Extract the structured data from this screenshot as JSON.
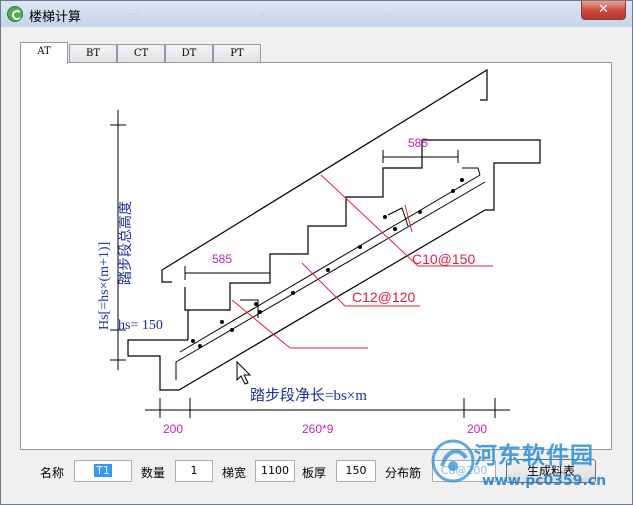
{
  "window": {
    "title": "楼梯计算",
    "close_label": "✕",
    "ghost_tabs": [
      "...",
      "...",
      "..."
    ]
  },
  "tabs": [
    {
      "label": "AT",
      "active": true
    },
    {
      "label": "BT",
      "active": false
    },
    {
      "label": "CT",
      "active": false
    },
    {
      "label": "DT",
      "active": false
    },
    {
      "label": "PT",
      "active": false
    }
  ],
  "diagram": {
    "dim_top": "585",
    "dim_mid": "585",
    "rebar_1": "C10@150",
    "rebar_2": "C12@120",
    "hs_label": "hs= 150",
    "height_formula": "Hs[=hs×(m+1)]",
    "height_title": "踏步段总高度",
    "length_label": "踏步段净长=bs×m",
    "dim_left": "200",
    "dim_center": "260*9",
    "dim_right": "200"
  },
  "form": {
    "name_label": "名称",
    "name_value": "T1",
    "qty_label": "数量",
    "qty_value": "1",
    "width_label": "梯宽",
    "width_value": "1100",
    "thick_label": "板厚",
    "thick_value": "150",
    "dist_label": "分布筋",
    "dist_value": "C8@200",
    "generate_label": "生成料表"
  },
  "watermark": {
    "title": "河东软件园",
    "url": "www.pc0359.cn"
  },
  "colors": {
    "annotation_red": "#e0203a",
    "dimension_magenta": "#c020c0",
    "label_blue": "#1c2ea0",
    "watermark_blue": "#2a8fd6"
  }
}
